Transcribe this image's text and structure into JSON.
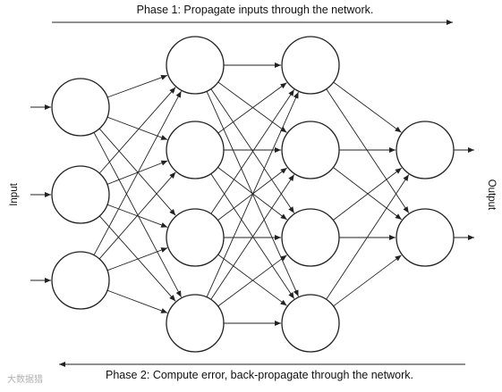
{
  "diagram": {
    "phase1_label": "Phase 1: Propagate inputs through the network.",
    "phase2_label": "Phase 2: Compute error, back-propagate through the network.",
    "input_label": "Input",
    "output_label": "Output",
    "watermark": "大数据猎",
    "layers": [
      3,
      4,
      4,
      2
    ],
    "connectivity": "fully-connected",
    "colors": {
      "stroke": "#222222",
      "node_fill": "#ffffff",
      "watermark": "#b0b0b0"
    }
  }
}
